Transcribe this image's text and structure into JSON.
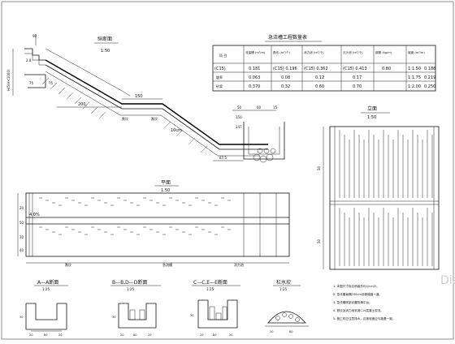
{
  "drawing": {
    "profile": {
      "title": "纵断面",
      "scale": "1:50",
      "dims": [
        "200",
        "150",
        "75",
        "50",
        "60",
        "15",
        "87.5",
        "10cm"
      ],
      "left_dim": "H/5(H<1000)"
    },
    "table": {
      "title": "急流槽工程数量表",
      "headers": [
        "项 目",
        "流量槽 (m³/m)",
        "跌坎 (m³/个)",
        "消力池 (m³/个)",
        "沉沙池 (m³/个)",
        "钢筋 (kg/m)",
        "坡度 (m²/m)"
      ],
      "rows": [
        [
          "(C15)",
          "0.181",
          "(C15) 0.196",
          "(C15) 0.362",
          "(C15) 0.413",
          "0.80",
          "1:1.50",
          "0.188"
        ],
        [
          "坡率",
          "0.063",
          "0.08",
          "0.12",
          "0.17",
          "",
          "1:1.75",
          "0.219"
        ],
        [
          "砂浆",
          "0.370",
          "0.32",
          "0.60",
          "0.70",
          "",
          "1:2.00",
          "0.250"
        ]
      ]
    },
    "plan": {
      "title": "平面",
      "scale": "1:50",
      "slope": "4.0%",
      "label_left": "跌坎",
      "label_mid": "急流槽",
      "label_right": "消力池",
      "dims": [
        "20",
        "50",
        "30",
        "40"
      ]
    },
    "elevation": {
      "title": "立面",
      "scale": "1:50"
    },
    "sections": [
      {
        "title": "A—A断面",
        "scale": "1:25",
        "dims": [
          "20",
          "80",
          "20",
          "30"
        ]
      },
      {
        "title": "B—B,D—D断面",
        "scale": "1:25",
        "dims": [
          "20",
          "80",
          "20",
          "30"
        ]
      },
      {
        "title": "C—C,E—E断面",
        "scale": "1:25",
        "dims": [
          "20",
          "80",
          "20",
          "30"
        ]
      },
      {
        "title": "栏水坎",
        "scale": "1:25",
        "dims": [
          "20",
          "80"
        ]
      }
    ],
    "notes": [
      "1. 本图尺寸除注明者外均以cm计。",
      "2. 急流槽每隔200cm设伸缩缝一道。",
      "3. 急流槽底部设置防滑平台。",
      "4. 跌坎及消力池采用C15混凝土现浇。",
      "5. 施工时应注意排水，边坡坡度应与路基一致。"
    ],
    "watermark": "Diagram"
  }
}
